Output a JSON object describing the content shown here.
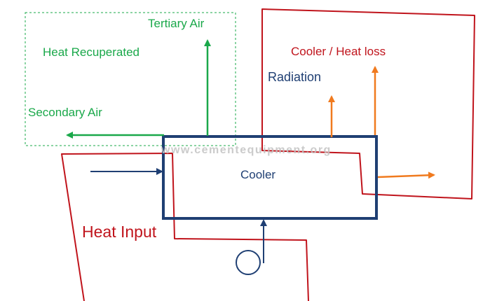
{
  "labels": {
    "tertiary_air": "Tertiary Air",
    "heat_recuperated": "Heat Recuperated",
    "secondary_air": "Secondary Air",
    "cooler_heat_loss": "Cooler / Heat loss",
    "radiation": "Radiation",
    "cooler": "Cooler",
    "heat_input": "Heat Input",
    "watermark": "www.cementequipment.org"
  },
  "colors": {
    "recuperated_green": "#1aa84a",
    "loss_red": "#c0141c",
    "cooler_navy": "#1f3f73",
    "loss_arrow_orange": "#f07a1e",
    "watermark_gray": "#c2c2c2"
  }
}
